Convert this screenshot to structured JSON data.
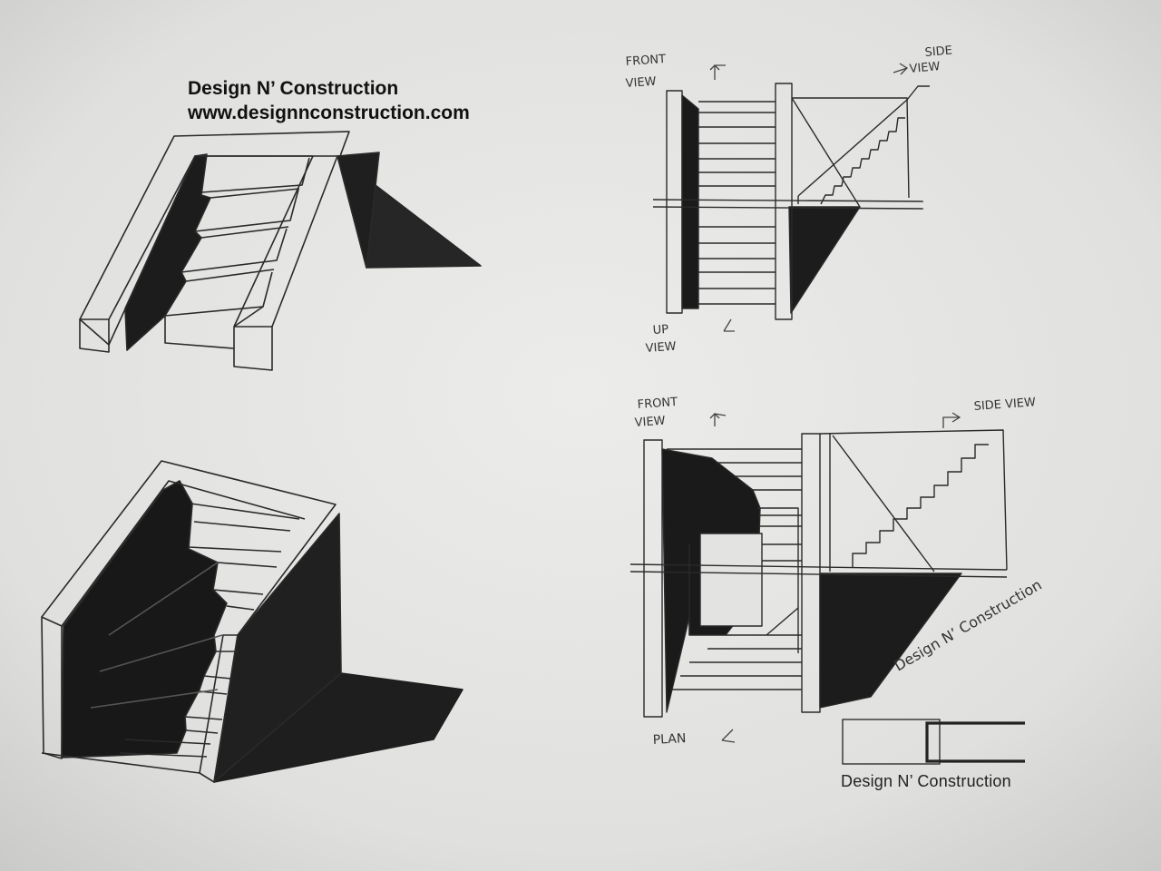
{
  "header": {
    "title": "Design N’ Construction",
    "url": "www.designnconstruction.com"
  },
  "labels": {
    "front_view": "FRONT VIEW",
    "side_view": "SIDE VIEW",
    "up_view": "UP VIEW",
    "plan": "PLAN",
    "signature": "Design N’ Construction"
  },
  "logo": {
    "caption": "Design N’ Construction"
  }
}
